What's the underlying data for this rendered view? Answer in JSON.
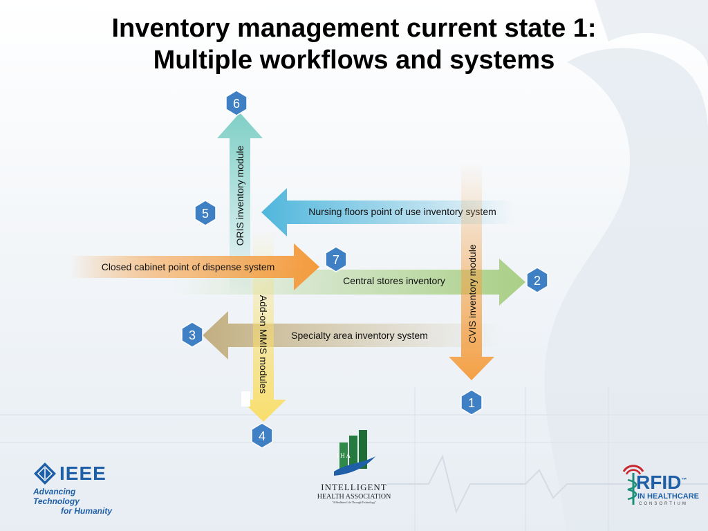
{
  "title": {
    "line1": "Inventory management current state 1:",
    "line2": "Multiple workflows and systems"
  },
  "diagram": {
    "arrows": [
      {
        "id": "oris",
        "label": "ORIS inventory module",
        "color": "#7fcfc6",
        "direction": "up",
        "marker": "6"
      },
      {
        "id": "nursing",
        "label": "Nursing floors point of use inventory system",
        "color": "#4fb6dc",
        "direction": "left",
        "marker": "5"
      },
      {
        "id": "cabinet",
        "label": "Closed cabinet point of dispense system",
        "color": "#f39a3b",
        "direction": "right",
        "marker": "7"
      },
      {
        "id": "central",
        "label": "Central stores inventory",
        "color": "#a9cf86",
        "direction": "right",
        "marker": "2"
      },
      {
        "id": "mmis",
        "label": "Add-on MMIS modules",
        "color": "#f9de6b",
        "direction": "down",
        "marker": "4"
      },
      {
        "id": "specialty",
        "label": "Specialty area inventory system",
        "color": "#c9b88e",
        "direction": "left",
        "marker": "3"
      },
      {
        "id": "cvis",
        "label": "CVIS inventory module",
        "color": "#f4a044",
        "direction": "down",
        "marker": "1"
      }
    ],
    "marker_color": "#3f7fc4"
  },
  "logos": {
    "ieee": {
      "name": "IEEE",
      "tagline_1": "Advancing Technology",
      "tagline_2": "for Humanity"
    },
    "iha": {
      "letters": "I H A",
      "name_1": "INTELLIGENT",
      "name_2": "HEALTH ASSOCIATION",
      "tagline": "\"A Healthier Life Through Technology\""
    },
    "rfid": {
      "name": "RFID",
      "tm": "™",
      "sub": "IN HEALTHCARE",
      "consortium": "CONSORTIUM"
    }
  }
}
